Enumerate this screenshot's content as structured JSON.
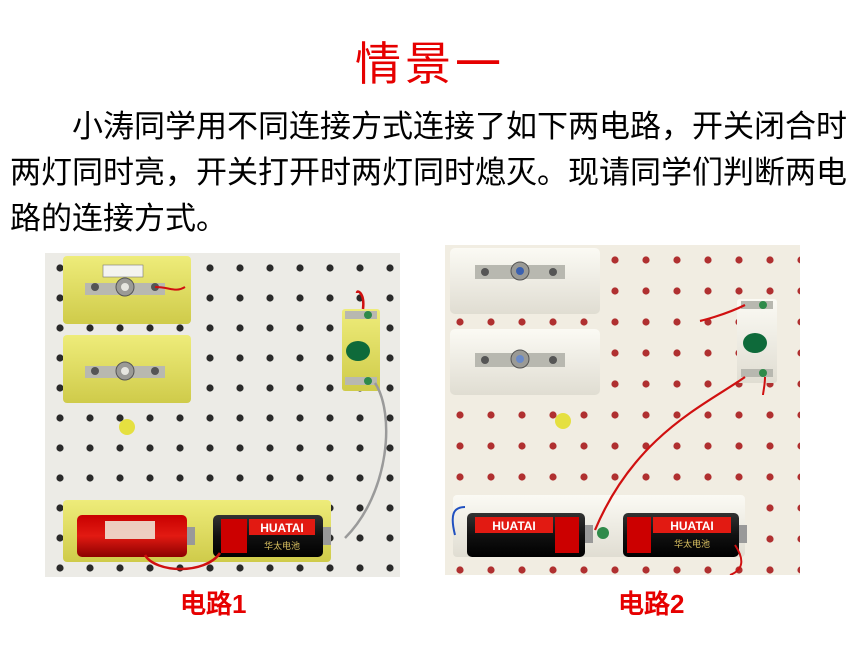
{
  "slide": {
    "title": "情景一",
    "paragraph": "小涛同学用不同连接方式连接了如下两电路，开关闭合时两灯同时亮，开关打开时两灯同时熄灭。现请同学们判断两电路的连接方式。"
  },
  "figures": {
    "left_caption": "电路1",
    "right_caption": "电路2",
    "battery_brand": "HUATAI",
    "battery_sub": "华太电池"
  },
  "colors": {
    "title": "#e60000",
    "caption": "#e60000",
    "board": "#ecebe6",
    "holder_left": "#e7e56a",
    "holder_right": "#f4f2ea"
  }
}
